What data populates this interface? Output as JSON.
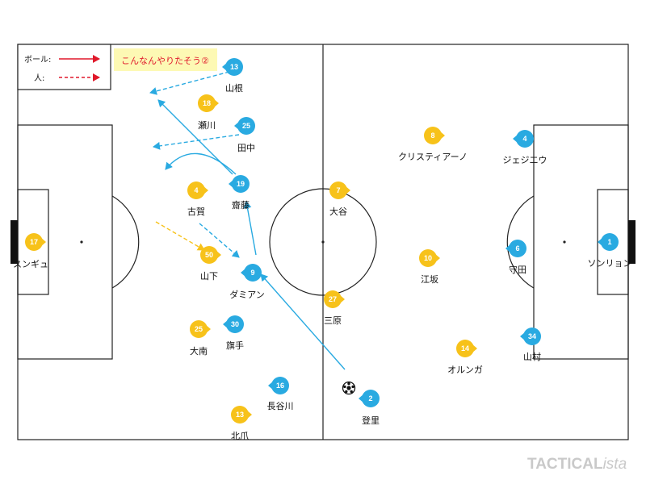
{
  "colors": {
    "yellow_team": "#f7c21a",
    "blue_team": "#29aae1",
    "pass_arrow": "#e0192b",
    "note_bg": "#fdf9b4",
    "brand": "#c9c9c9"
  },
  "legend": {
    "ball_label": "ボール:",
    "person_label": "人:"
  },
  "note": "こんなんやりたそう②",
  "brand": {
    "main": "TACTICAL",
    "suffix": "ista"
  },
  "ball_icon": "soccer-ball-icon",
  "players": [
    {
      "team": "yellow",
      "num": "17",
      "name": "スンギュ"
    },
    {
      "team": "yellow",
      "num": "18",
      "name": "瀬川"
    },
    {
      "team": "yellow",
      "num": "4",
      "name": "古賀"
    },
    {
      "team": "yellow",
      "num": "50",
      "name": "山下"
    },
    {
      "team": "yellow",
      "num": "25",
      "name": "大南"
    },
    {
      "team": "yellow",
      "num": "13",
      "name": "北爪"
    },
    {
      "team": "yellow",
      "num": "7",
      "name": "大谷"
    },
    {
      "team": "yellow",
      "num": "27",
      "name": "三原"
    },
    {
      "team": "yellow",
      "num": "8",
      "name": "クリスティアーノ"
    },
    {
      "team": "yellow",
      "num": "10",
      "name": "江坂"
    },
    {
      "team": "yellow",
      "num": "14",
      "name": "オルンガ"
    },
    {
      "team": "blue",
      "num": "13",
      "name": "山根"
    },
    {
      "team": "blue",
      "num": "25",
      "name": "田中"
    },
    {
      "team": "blue",
      "num": "19",
      "name": "齋藤"
    },
    {
      "team": "blue",
      "num": "9",
      "name": "ダミアン"
    },
    {
      "team": "blue",
      "num": "30",
      "name": "旗手"
    },
    {
      "team": "blue",
      "num": "16",
      "name": "長谷川"
    },
    {
      "team": "blue",
      "num": "2",
      "name": "登里"
    },
    {
      "team": "blue",
      "num": "4",
      "name": "ジェジエウ"
    },
    {
      "team": "blue",
      "num": "6",
      "name": "守田"
    },
    {
      "team": "blue",
      "num": "34",
      "name": "山村"
    },
    {
      "team": "blue",
      "num": "1",
      "name": "ソンリョン"
    }
  ]
}
